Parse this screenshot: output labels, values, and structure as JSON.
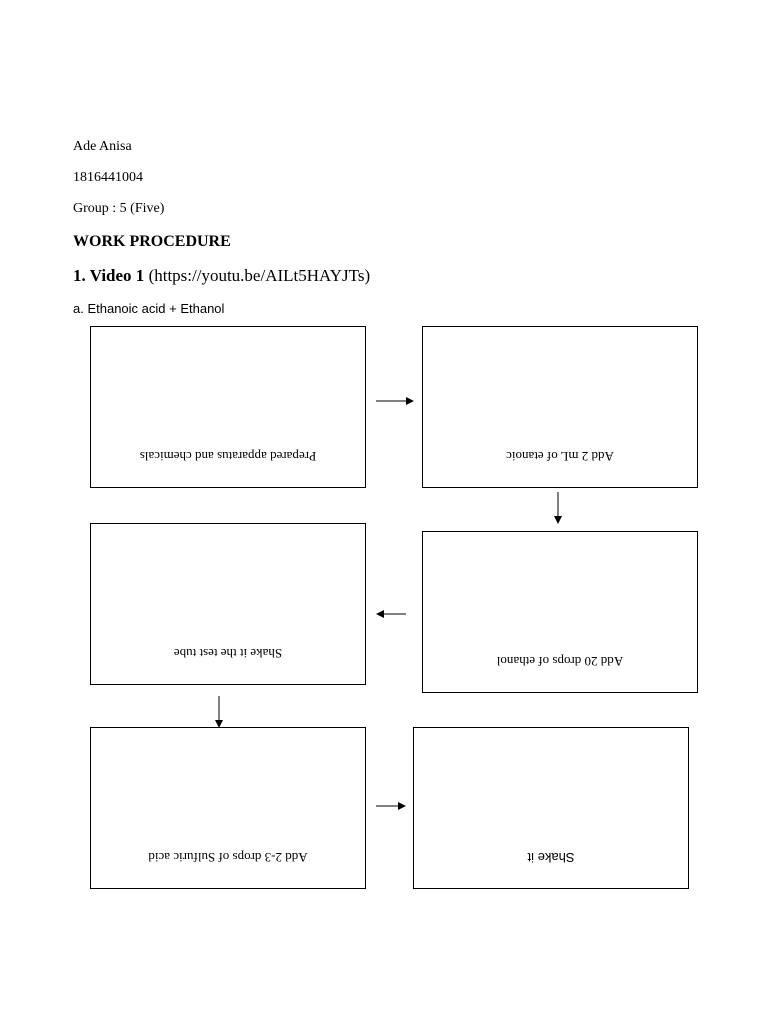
{
  "student": {
    "name": "Ade Anisa",
    "id": "1816441004",
    "group": "Group : 5 (Five)"
  },
  "heading": "WORK PROCEDURE",
  "video": {
    "number_label": "1. Video 1",
    "link": "(https://youtu.be/AILt5HAYJTs)"
  },
  "subsection": "a. Ethanoic acid + Ethanol",
  "steps": [
    {
      "text": "Prepared apparatus and chemicals"
    },
    {
      "text": "Add 2 mL of etanoic"
    },
    {
      "text": "Add 20 drops of ethanol"
    },
    {
      "text": "Shake it the test tube"
    },
    {
      "text": "Add 2-3 drops of Sulfuric acid"
    },
    {
      "text": "Shake it"
    }
  ]
}
